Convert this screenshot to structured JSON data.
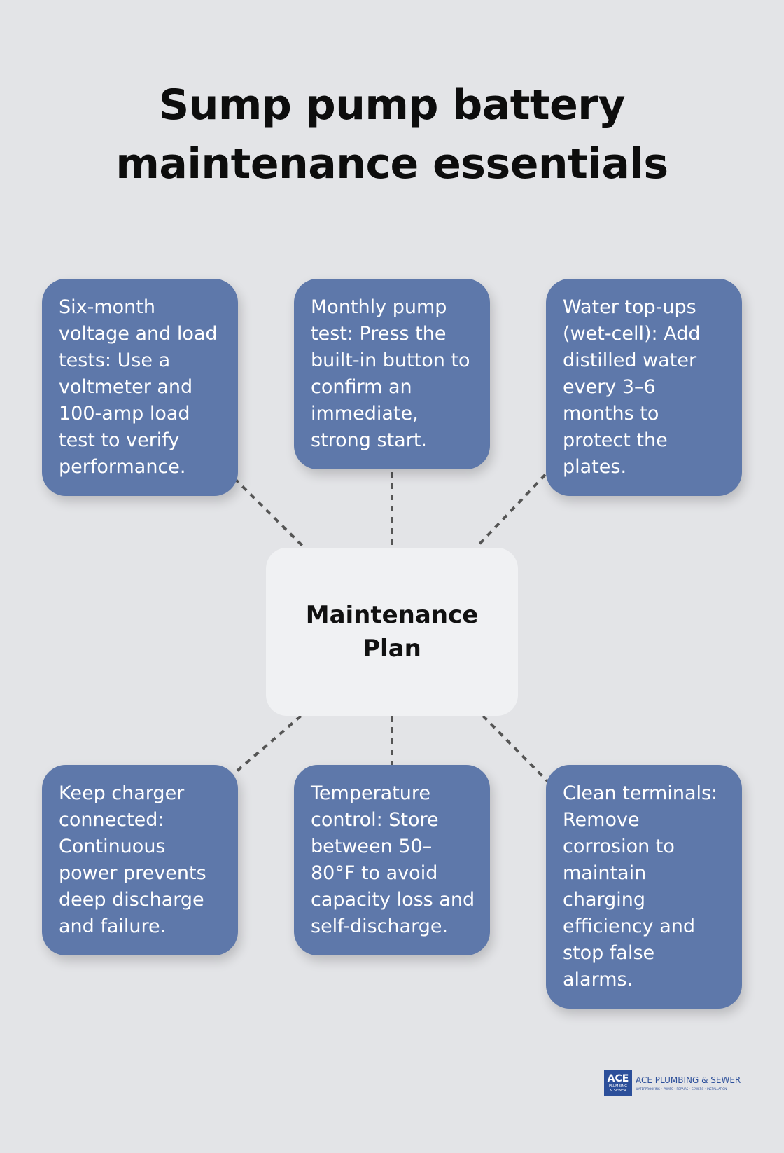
{
  "title_line1": "Sump pump battery",
  "title_line2": "maintenance essentials",
  "center": {
    "line1": "Maintenance",
    "line2": "Plan"
  },
  "cards": [
    "Six-month voltage and load tests: Use a voltmeter and 100-amp load test to verify performance.",
    "Monthly pump test: Press the built-in button to confirm an immediate, strong start.",
    "Water top-ups (wet-cell): Add distilled water every 3–6 months to protect the plates.",
    "Keep charger connected: Continuous power prevents deep discharge and failure.",
    "Temperature control: Store between 50–80°F to avoid capacity loss and self-discharge.",
    "Clean terminals: Remove corrosion to maintain charging efficiency and stop false alarms."
  ],
  "logo": {
    "badge": "ACE",
    "badge_sub1": "PLUMBING",
    "badge_sub2": "& SEWER",
    "name": "ACE PLUMBING & SEWER",
    "tagline": "WATERPROOFING • PUMPS • REPAIRS • SEWERS • INSTALLATION"
  },
  "colors": {
    "background": "#e3e4e7",
    "card": "#5e78aa",
    "center": "#f0f1f3",
    "connector": "#555555",
    "brand": "#2c4f9a"
  }
}
